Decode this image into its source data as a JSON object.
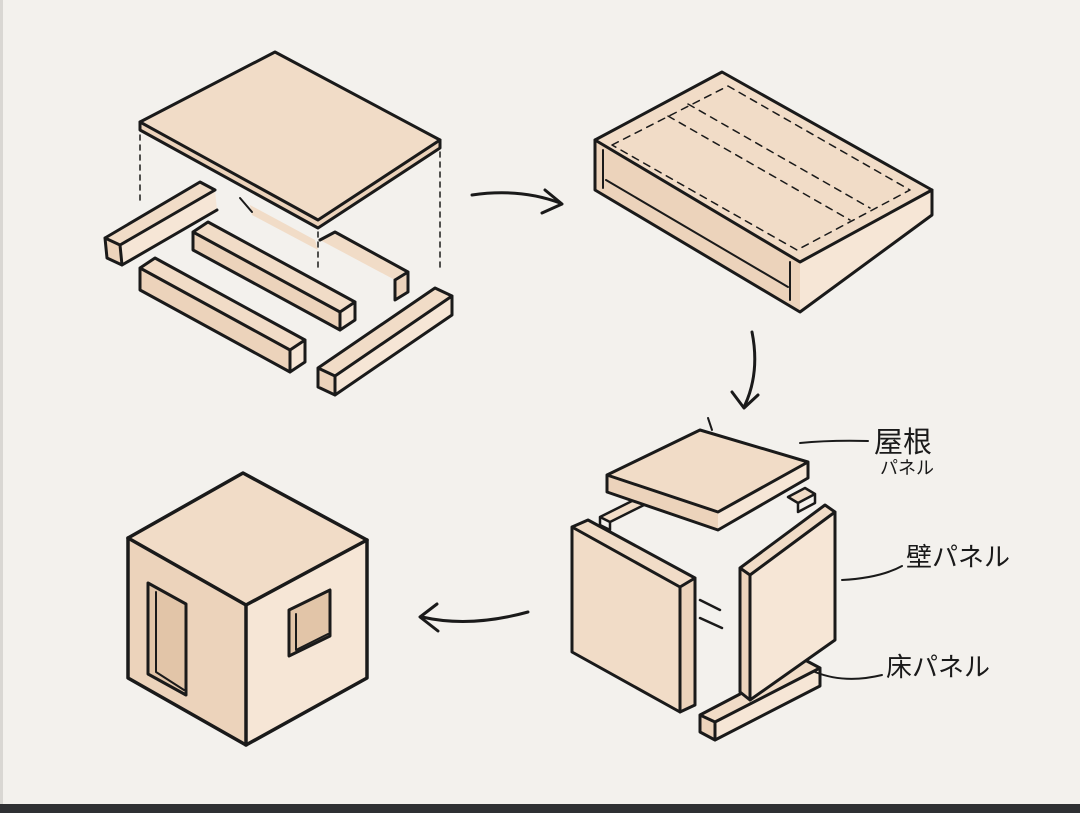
{
  "labels": {
    "roof_main": "屋根",
    "roof_sub": "パネル",
    "wall": "壁パネル",
    "floor": "床パネル"
  },
  "colors": {
    "background": "#f3f1ed",
    "wood": "#f1dcc7",
    "ink": "#1a1a1a"
  },
  "icons": {
    "arrows": [
      "arrow-right-icon",
      "arrow-down-icon",
      "arrow-left-icon"
    ]
  }
}
